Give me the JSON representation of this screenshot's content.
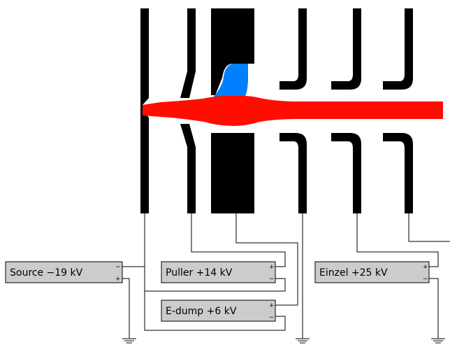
{
  "supplies": {
    "source": {
      "label": "Source −19 kV",
      "plus": "+",
      "minus": "−"
    },
    "puller": {
      "label": "Puller +14 kV",
      "plus": "+",
      "minus": "−"
    },
    "edump": {
      "label": "E-dump +6 kV",
      "plus": "+",
      "minus": "−"
    },
    "einzel": {
      "label": "Einzel +25 kV",
      "plus": "+",
      "minus": "−"
    }
  },
  "colors": {
    "electrode": "#000000",
    "ion_beam": "#ff0d00",
    "electron_beam": "#0080ff",
    "supply_box": "#cccccc"
  }
}
